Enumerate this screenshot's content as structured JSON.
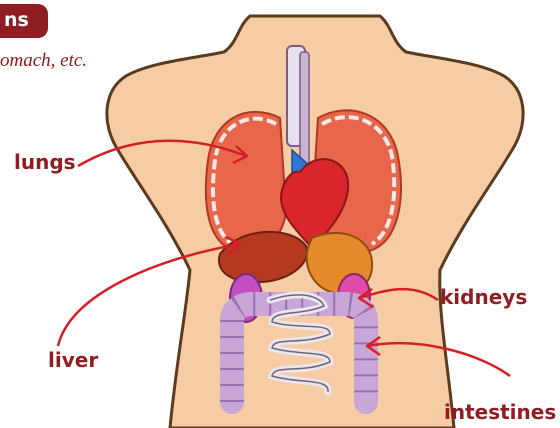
{
  "header": {
    "badge_text": "ns",
    "subtitle": "omach, etc."
  },
  "labels": {
    "lungs": "lungs",
    "liver": "liver",
    "kidneys": "kidneys",
    "intestines": "intestines"
  },
  "colors": {
    "accent": "#8f1d22",
    "skin": "#f6cca4",
    "outline": "#5b3a1e",
    "lungs": "#e8664a",
    "heart": "#d8262b",
    "vessels": "#2c7ad6",
    "liver": "#b5391f",
    "stomach": "#e48a2a",
    "kidneys": "#e04aa8",
    "intestines": "#c9a6d8",
    "arrows": "#d32027"
  }
}
